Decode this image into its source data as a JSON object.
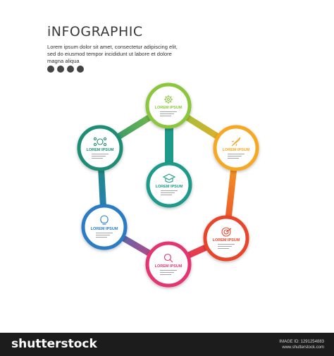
{
  "header": {
    "title": "iNFOGRAPHIC",
    "description": "Lorem ipsum dolor sit amet, consectetur adipiscing elit, sed do eiusmod tempor incididunt ut labore et dolore magna aliqua"
  },
  "nodes": [
    {
      "id": "top",
      "label": "LOREM IPSUM",
      "color": "#8cc63e",
      "icon": "gear-icon"
    },
    {
      "id": "upper-right",
      "label": "LOREM IPSUM",
      "color": "#f7a823",
      "icon": "rocket-icon"
    },
    {
      "id": "lower-right",
      "label": "LOREM IPSUM",
      "color": "#e8452b",
      "icon": "target-icon"
    },
    {
      "id": "bottom",
      "label": "LOREM IPSUM",
      "color": "#e5356f",
      "icon": "search-icon"
    },
    {
      "id": "lower-left",
      "label": "LOREM IPSUM",
      "color": "#2a7bc4",
      "icon": "lightbulb-icon"
    },
    {
      "id": "upper-left",
      "label": "LOREM IPSUM",
      "color": "#1e8e74",
      "icon": "money-network-icon"
    }
  ],
  "center": {
    "label": "LOREM IPSUM",
    "color": "#1e9a8a",
    "icon": "graduation-cap-icon"
  },
  "footer": {
    "brand": "shutterstock",
    "image_id": "IMAGE ID: 1291254883",
    "site": "www.shutterstock.com"
  }
}
